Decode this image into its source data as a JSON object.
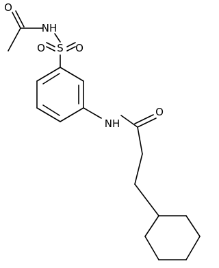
{
  "atoms": {
    "acetyl_o": "O",
    "sulfonamide_nh": "NH",
    "sulfur": "S",
    "sulfonyl_o_left": "O",
    "sulfonyl_o_right": "O",
    "amide_nh": "NH",
    "amide_o": "O"
  }
}
